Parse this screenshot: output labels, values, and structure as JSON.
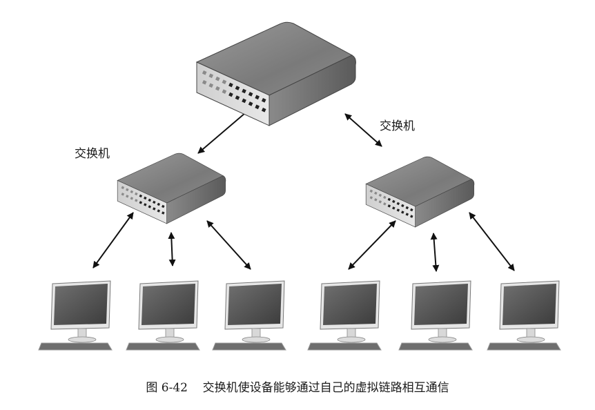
{
  "diagram": {
    "nodes": [
      {
        "id": "core-switch",
        "type": "switch",
        "label": ""
      },
      {
        "id": "left-switch",
        "type": "switch",
        "label": "交换机"
      },
      {
        "id": "right-switch",
        "type": "switch",
        "label": "交换机"
      },
      {
        "id": "pc-1",
        "type": "computer"
      },
      {
        "id": "pc-2",
        "type": "computer"
      },
      {
        "id": "pc-3",
        "type": "computer"
      },
      {
        "id": "pc-4",
        "type": "computer"
      },
      {
        "id": "pc-5",
        "type": "computer"
      },
      {
        "id": "pc-6",
        "type": "computer"
      }
    ],
    "edges": [
      {
        "from": "core-switch",
        "to": "left-switch",
        "style": "bidirectional-arrow"
      },
      {
        "from": "core-switch",
        "to": "right-switch",
        "style": "bidirectional-arrow"
      },
      {
        "from": "left-switch",
        "to": "pc-1",
        "style": "bidirectional-arrow"
      },
      {
        "from": "left-switch",
        "to": "pc-2",
        "style": "bidirectional-arrow"
      },
      {
        "from": "left-switch",
        "to": "pc-3",
        "style": "bidirectional-arrow"
      },
      {
        "from": "right-switch",
        "to": "pc-4",
        "style": "bidirectional-arrow"
      },
      {
        "from": "right-switch",
        "to": "pc-5",
        "style": "bidirectional-arrow"
      },
      {
        "from": "right-switch",
        "to": "pc-6",
        "style": "bidirectional-arrow"
      }
    ],
    "labels": {
      "left_switch": "交换机",
      "right_switch": "交换机"
    }
  },
  "caption": "图 6-42    交换机使设备能够通过自己的虚拟链路相互通信"
}
